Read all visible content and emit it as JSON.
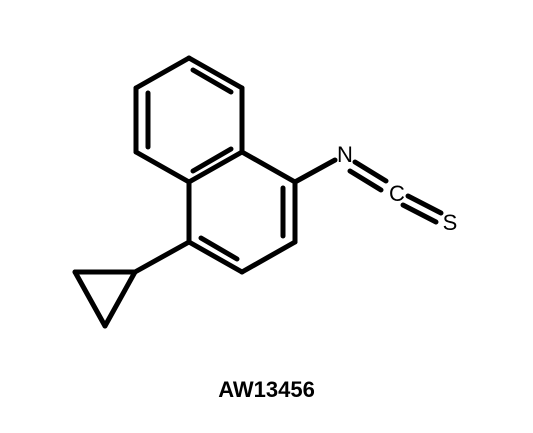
{
  "structure": {
    "atoms": {
      "nitrogen": "N",
      "carbon": "C",
      "sulfur": "S"
    },
    "line_color": "#000000"
  },
  "compound_id": "AW13456"
}
